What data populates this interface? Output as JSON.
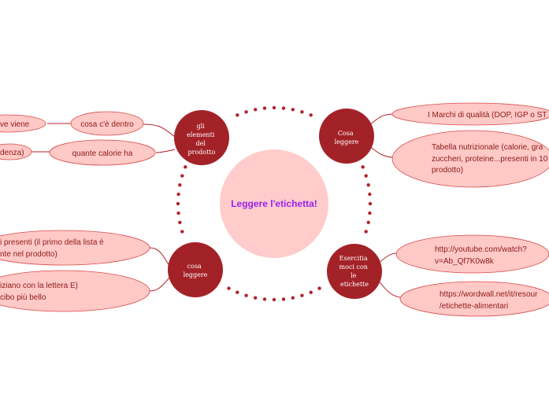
{
  "colors": {
    "node_fill": "#a32228",
    "center_fill": "#ffcccb",
    "leaf_fill": "#ffc9c6",
    "leaf_stroke": "#d94a4a",
    "leaf_text": "#8b1a1a",
    "dots": "#b0232a",
    "center_text": "#9b1ff0"
  },
  "center": {
    "title": "Leggere l'etichetta!"
  },
  "nodes": {
    "elementi": [
      "gli",
      "elementi",
      "del",
      "prodotto"
    ],
    "cosa_leggere_right": [
      "Cosa",
      "leggere"
    ],
    "cosa_leggere_left": [
      "cosa",
      "leggere"
    ],
    "esercitiamoci": [
      "Esercitia",
      "moci con",
      "le",
      "etichette"
    ]
  },
  "leaves": {
    "dove_viene": [
      "ve viene"
    ],
    "cosa_dentro": [
      "cosa c'è dentro"
    ],
    "scadenza": [
      "denza)"
    ],
    "calorie": [
      "quante calorie ha"
    ],
    "ingredienti": [
      "i presenti (il primo della lista è",
      "nte nel prodotto)"
    ],
    "additivi": [
      "iziano con la lettera E)",
      "cibo più bello"
    ],
    "marchi": [
      "I Marchi di qualità (DOP, IGP o ST"
    ],
    "tabella": [
      "Tabella nutrizionale (calorie, gra",
      "zuccheri, proteine...presenti in 10",
      "prodotto)"
    ],
    "youtube": [
      "http://youtube.com/watch?",
      "v=Ab_Qf7K0w8k"
    ],
    "wordwall": [
      "https://wordwall.net/it/resour",
      "/etichette-alimentari"
    ]
  }
}
